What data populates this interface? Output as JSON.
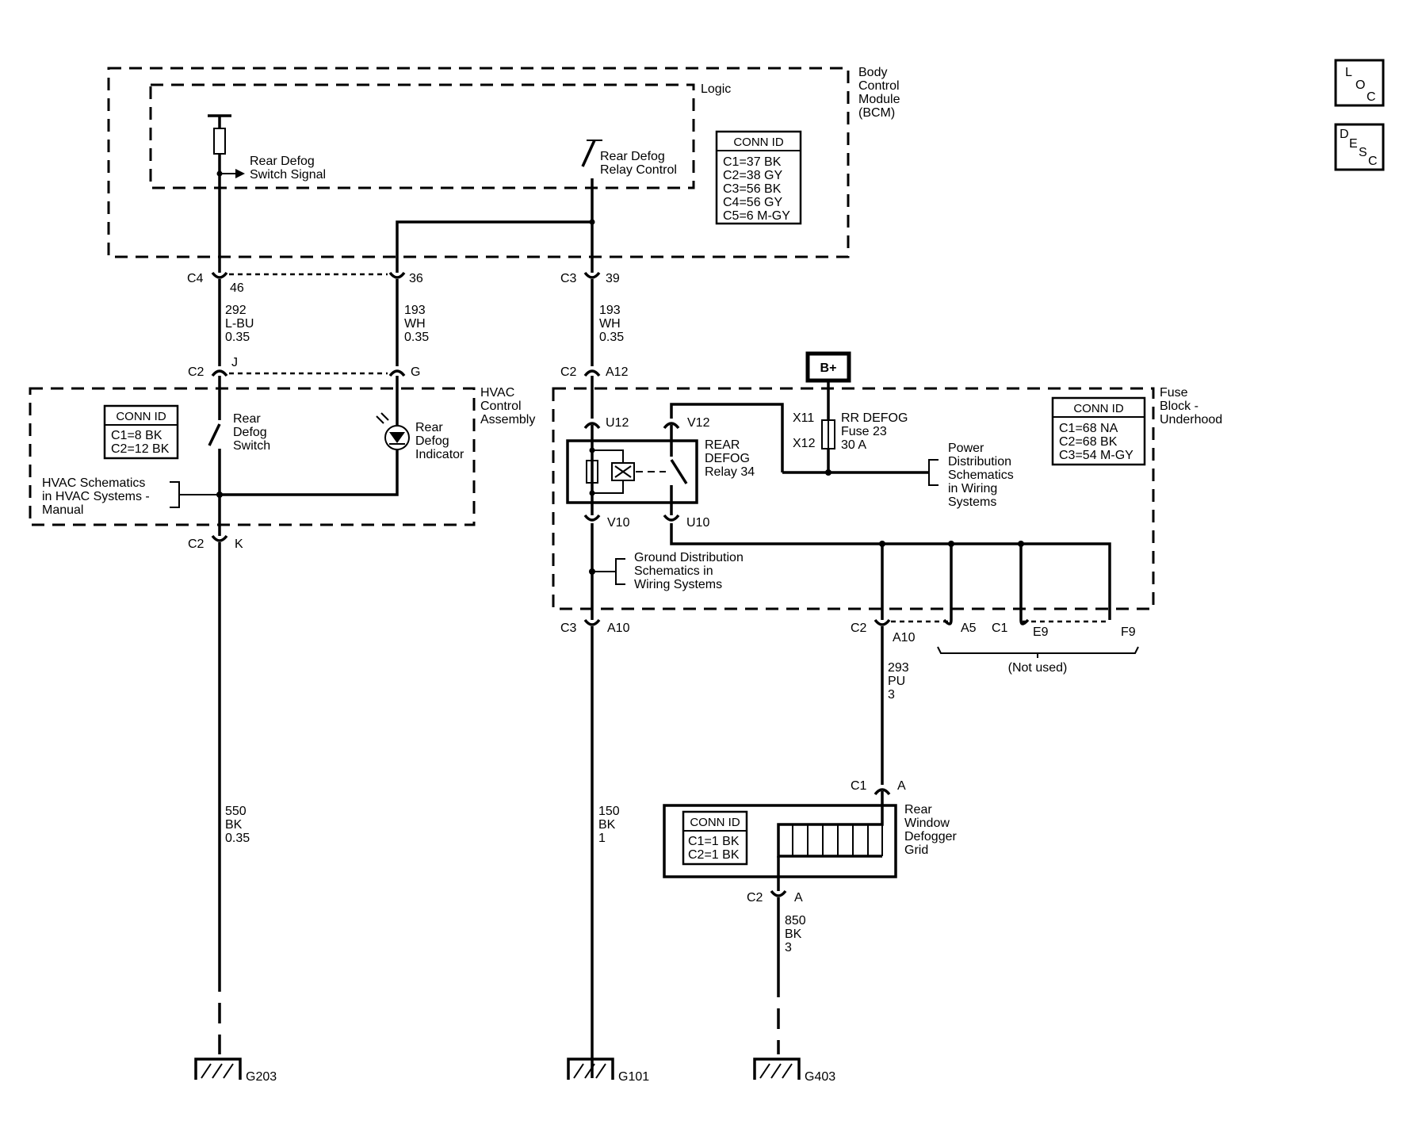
{
  "modules": {
    "bcm": {
      "lines": [
        "Body",
        "Control",
        "Module",
        "(BCM)"
      ],
      "logic": "Logic",
      "conn": {
        "title": "CONN ID",
        "rows": [
          "C1=37 BK",
          "C2=38 GY",
          "C3=56 BK",
          "C4=56 GY",
          "C5=6 M-GY"
        ]
      }
    },
    "hvac": {
      "lines": [
        "HVAC",
        "Control",
        "Assembly"
      ],
      "conn": {
        "title": "CONN ID",
        "rows": [
          "C1=8 BK",
          "C2=12 BK"
        ]
      }
    },
    "fuse_block": {
      "lines": [
        "Fuse",
        "Block -",
        "Underhood"
      ],
      "conn": {
        "title": "CONN ID",
        "rows": [
          "C1=68 NA",
          "C2=68 BK",
          "C3=54 M-GY"
        ]
      }
    },
    "grid_conn": {
      "title": "CONN ID",
      "rows": [
        "C1=1 BK",
        "C2=1 BK"
      ]
    }
  },
  "signals": {
    "switch_signal": [
      "Rear Defog",
      "Switch Signal"
    ],
    "relay_control": [
      "Rear Defog",
      "Relay Control"
    ],
    "switch": [
      "Rear",
      "Defog",
      "Switch"
    ],
    "indicator": [
      "Rear",
      "Defog",
      "Indicator"
    ],
    "hvac_ref": [
      "HVAC Schematics",
      "in HVAC Systems -",
      "Manual"
    ],
    "relay": [
      "REAR",
      "DEFOG",
      "Relay 34"
    ],
    "fuse": [
      "RR DEFOG",
      "Fuse 23",
      "30 A"
    ],
    "power_dist": [
      "Power",
      "Distribution",
      "Schematics",
      "in Wiring",
      "Systems"
    ],
    "ground_dist": [
      "Ground Distribution",
      "Schematics in",
      "Wiring Systems"
    ],
    "grid": [
      "Rear",
      "Window",
      "Defogger",
      "Grid"
    ],
    "b_plus": "B+",
    "not_used": "(Not used)"
  },
  "connectors": {
    "c4": "C4",
    "p46": "46",
    "p36": "36",
    "c3a": "C3",
    "p39": "39",
    "c2j": "C2",
    "pJ": "J",
    "pG": "G",
    "c2a12": "C2",
    "pA12": "A12",
    "pU12": "U12",
    "pV12": "V12",
    "pV10": "V10",
    "pU10": "U10",
    "x11": "X11",
    "x12": "X12",
    "c2k": "C2",
    "pK": "K",
    "c3b": "C3",
    "pA10": "A10",
    "c2c": "C2",
    "pA10b": "A10",
    "pA5": "A5",
    "pC1": "C1",
    "pE9": "E9",
    "pF9": "F9",
    "c1a": "C1",
    "pA": "A",
    "c2g": "C2",
    "pAg": "A"
  },
  "wires": {
    "w292": [
      "292",
      "L-BU",
      "0.35"
    ],
    "w193a": [
      "193",
      "WH",
      "0.35"
    ],
    "w193b": [
      "193",
      "WH",
      "0.35"
    ],
    "w550": [
      "550",
      "BK",
      "0.35"
    ],
    "w150": [
      "150",
      "BK",
      "1"
    ],
    "w293": [
      "293",
      "PU",
      "3"
    ],
    "w850": [
      "850",
      "BK",
      "3"
    ]
  },
  "grounds": {
    "g203": "G203",
    "g101": "G101",
    "g403": "G403"
  },
  "nav": {
    "loc": {
      "l1": "L",
      "l2": "O",
      "l3": "C"
    },
    "desc": {
      "l1": "D",
      "l2": "E",
      "l3": "S",
      "l4": "C"
    }
  }
}
